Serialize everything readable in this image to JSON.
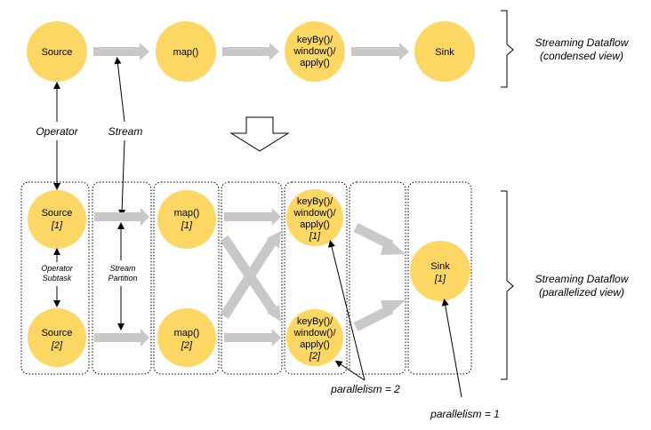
{
  "colors": {
    "node_fill": "#fdd764",
    "stream_arrow": "#c8c8c8",
    "line": "#000000"
  },
  "condensed": {
    "nodes": [
      "Source",
      "map()",
      "keyBy()/",
      "window()/",
      "apply()",
      "Sink"
    ],
    "label_line1": "Streaming Dataflow",
    "label_line2": "(condensed view)"
  },
  "annotations": {
    "operator": "Operator",
    "stream": "Stream",
    "operator_subtask_1": "Operator",
    "operator_subtask_2": "Subtask",
    "stream_partition_1": "Stream",
    "stream_partition_2": "Partition"
  },
  "parallel": {
    "source": "Source",
    "source_idx_1": "[1]",
    "source_idx_2": "[2]",
    "map": "map()",
    "map_idx_1": "[1]",
    "map_idx_2": "[2]",
    "key_line1": "keyBy()/",
    "key_line2": "window()/",
    "key_line3": "apply()",
    "key_idx_1": "[1]",
    "key_idx_2": "[2]",
    "sink": "Sink",
    "sink_idx_1": "[1]",
    "label_line1": "Streaming Dataflow",
    "label_line2": "(parallelized view)",
    "parallelism_2": "parallelism = 2",
    "parallelism_1": "parallelism = 1"
  }
}
